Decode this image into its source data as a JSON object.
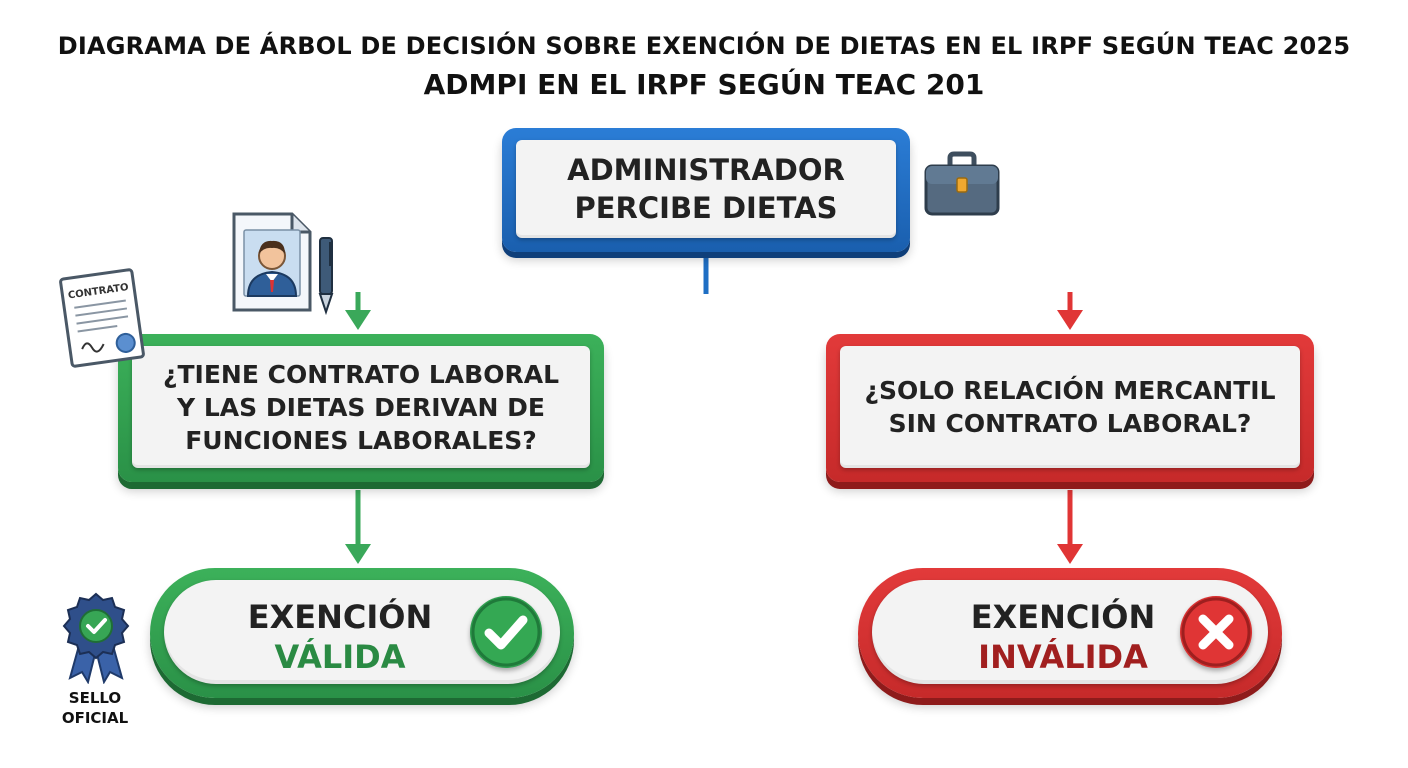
{
  "title": {
    "line1": "DIAGRAMA DE ÁRBOL DE DECISIÓN SOBRE EXENCIÓN DE DIETAS EN EL IRPF SEGÚN TEAC 2025",
    "line2": "ADMPI EN EL IRPF SEGÚN TEAC 201"
  },
  "nodes": {
    "root": "ADMINISTRADOR\nPERCIBE DIETAS",
    "left_question": "¿TIENE CONTRATO LABORAL\nY LAS DIETAS DERIVAN DE\nFUNCIONES LABORALES?",
    "right_question": "¿SOLO RELACIÓN MERCANTIL\nSIN CONTRATO LABORAL?"
  },
  "results": {
    "left": {
      "line1": "EXENCIÓN",
      "line2": "VÁLIDA"
    },
    "right": {
      "line1": "EXENCIÓN",
      "line2": "INVÁLIDA"
    }
  },
  "icons": {
    "contract_label": "CONTRATO",
    "seal_label": "SELLO\nOFICIAL",
    "names": [
      "briefcase-icon",
      "employee-id-icon",
      "pen-icon",
      "contract-icon",
      "seal-icon",
      "check-icon",
      "cross-icon"
    ]
  },
  "colors": {
    "blue": "#1f6fc4",
    "green": "#2f9e4f",
    "red": "#d93030",
    "valid_text": "#2a8a43",
    "invalid_text": "#a11f1f"
  }
}
